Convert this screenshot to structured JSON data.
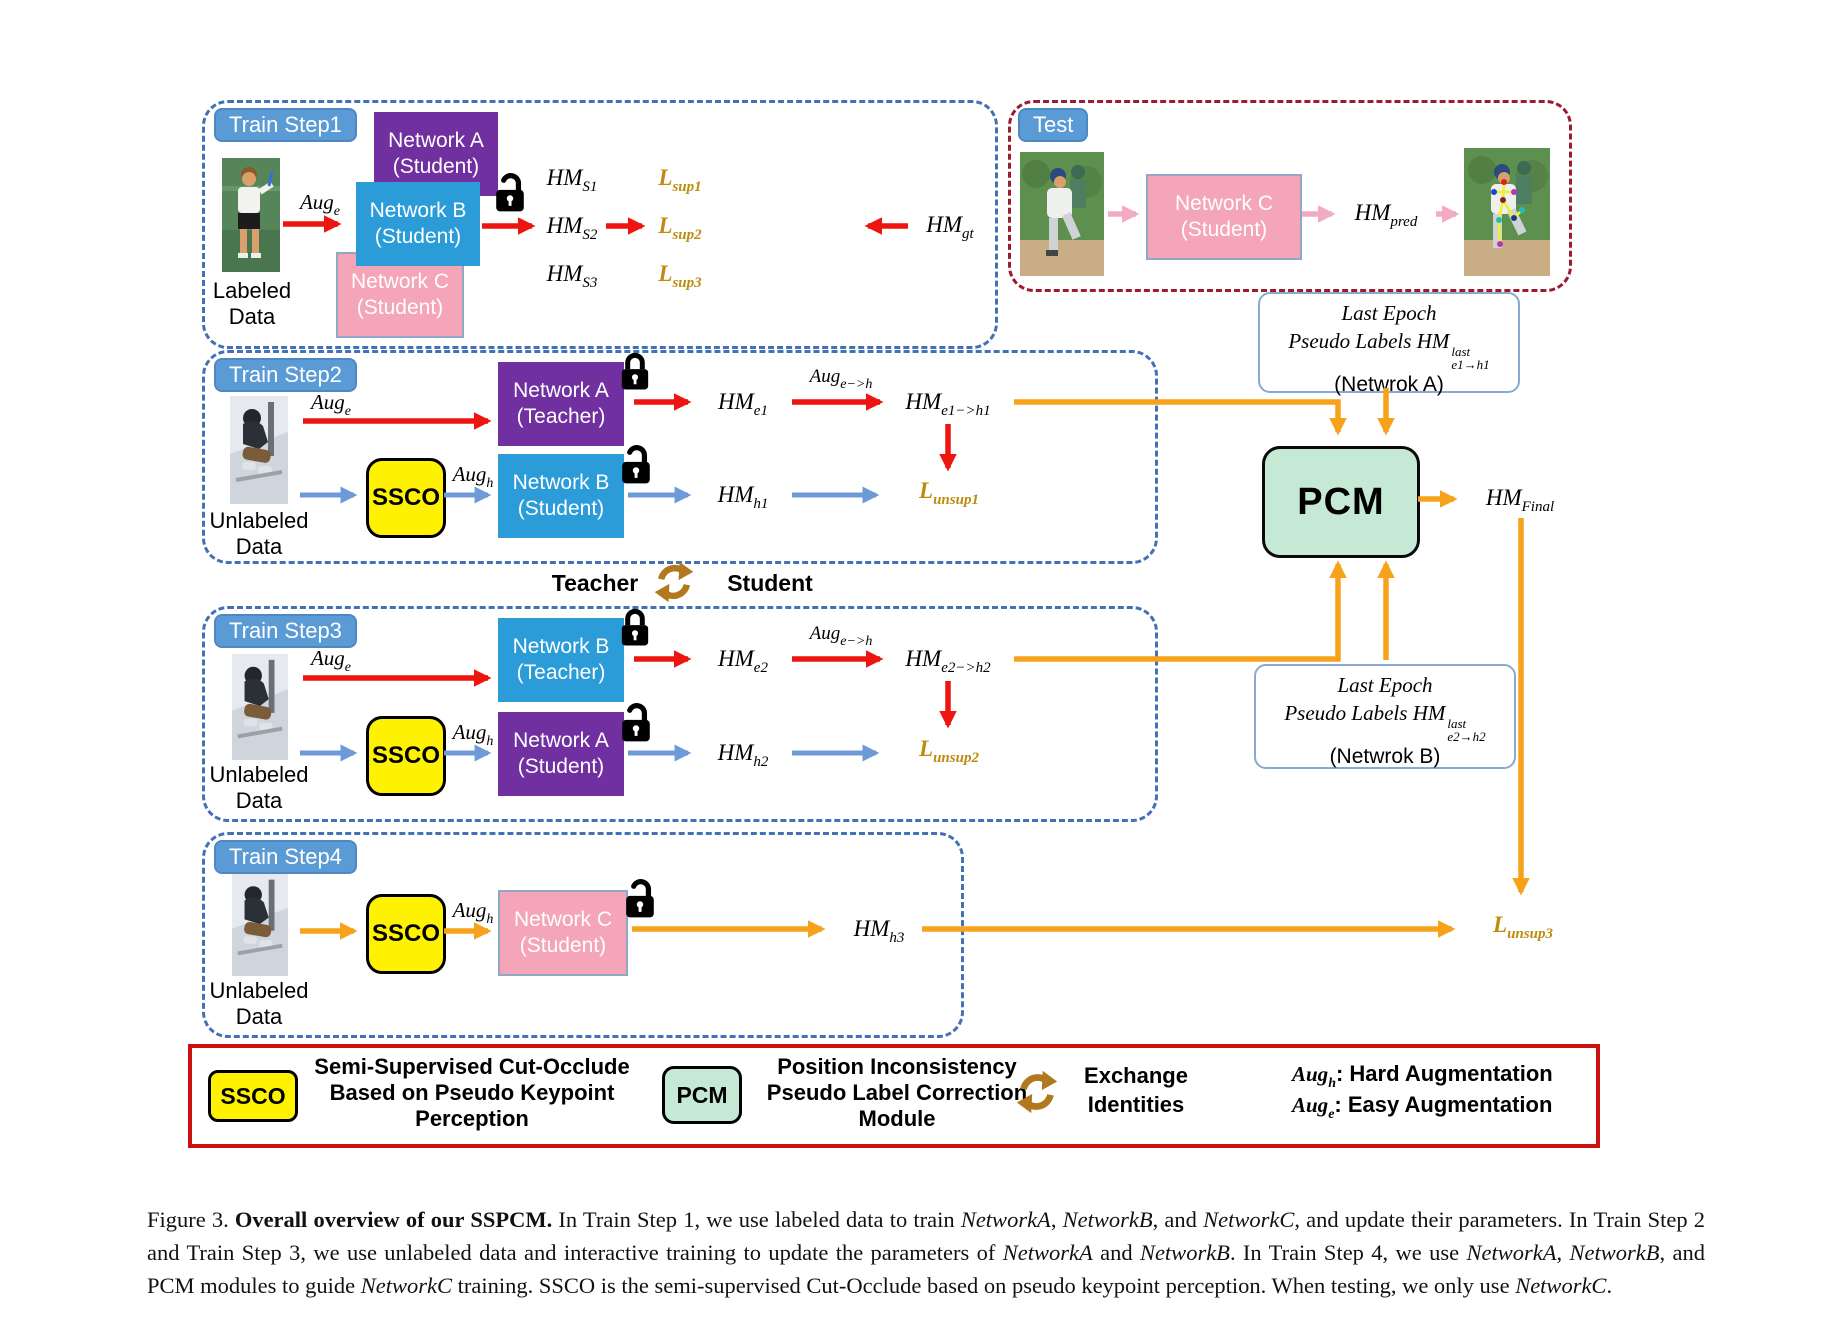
{
  "step1": {
    "badge": "Train Step1",
    "photo_caption": [
      "Labeled",
      "Data"
    ],
    "aug_e": {
      "base": "Aug",
      "sub": "e"
    },
    "net_a": [
      "Network A",
      "(Student)"
    ],
    "net_b": [
      "Network B",
      "(Student)"
    ],
    "net_c": [
      "Network C",
      "(Student)"
    ],
    "hm_s1": {
      "base": "HM",
      "sub": "S1"
    },
    "hm_s2": {
      "base": "HM",
      "sub": "S2"
    },
    "hm_s3": {
      "base": "HM",
      "sub": "S3"
    },
    "l_sup1": {
      "base": "L",
      "sub": "sup1"
    },
    "l_sup2": {
      "base": "L",
      "sub": "sup2"
    },
    "l_sup3": {
      "base": "L",
      "sub": "sup3"
    },
    "hm_gt": {
      "base": "HM",
      "sub": "gt"
    }
  },
  "test": {
    "badge": "Test",
    "net_c": [
      "Network C",
      "(Student)"
    ],
    "hm_pred": {
      "base": "HM",
      "sub": "pred"
    }
  },
  "step2": {
    "badge": "Train Step2",
    "photo_caption": [
      "Unlabeled",
      "Data"
    ],
    "aug_e": {
      "base": "Aug",
      "sub": "e"
    },
    "ssco": "SSCO",
    "aug_h": {
      "base": "Aug",
      "sub": "h"
    },
    "net_teacher": [
      "Network A",
      "(Teacher)"
    ],
    "net_student": [
      "Network B",
      "(Student)"
    ],
    "hm_e1": {
      "base": "HM",
      "sub": "e1"
    },
    "aug_eh": {
      "base": "Aug",
      "sub": "e−>h"
    },
    "hm_e1h1": {
      "base": "HM",
      "sub": "e1−>h1"
    },
    "hm_h1": {
      "base": "HM",
      "sub": "h1"
    },
    "l_unsup1": {
      "base": "L",
      "sub": "unsup1"
    }
  },
  "exchange": {
    "left": "Teacher",
    "right": "Student"
  },
  "step3": {
    "badge": "Train Step3",
    "photo_caption": [
      "Unlabeled",
      "Data"
    ],
    "aug_e": {
      "base": "Aug",
      "sub": "e"
    },
    "ssco": "SSCO",
    "aug_h": {
      "base": "Aug",
      "sub": "h"
    },
    "net_teacher": [
      "Network B",
      "(Teacher)"
    ],
    "net_student": [
      "Network A",
      "(Student)"
    ],
    "hm_e2": {
      "base": "HM",
      "sub": "e2"
    },
    "aug_eh": {
      "base": "Aug",
      "sub": "e−>h"
    },
    "hm_e2h2": {
      "base": "HM",
      "sub": "e2−>h2"
    },
    "hm_h2": {
      "base": "HM",
      "sub": "h2"
    },
    "l_unsup2": {
      "base": "L",
      "sub": "unsup2"
    }
  },
  "step4": {
    "badge": "Train Step4",
    "photo_caption": [
      "Unlabeled",
      "Data"
    ],
    "ssco": "SSCO",
    "aug_h": {
      "base": "Aug",
      "sub": "h"
    },
    "net_c": [
      "Network C",
      "(Student)"
    ],
    "hm_h3": {
      "base": "HM",
      "sub": "h3"
    },
    "l_unsup3": {
      "base": "L",
      "sub": "unsup3"
    }
  },
  "pcm": {
    "label": "PCM",
    "hm_final": {
      "base": "HM",
      "sub": "Final"
    }
  },
  "last_epoch_a": {
    "line1": "Last Epoch",
    "line2": "Pseudo Labels ",
    "hm": {
      "base": "HM",
      "sup": "last",
      "sub": "e1→h1"
    },
    "line3": "(Netwrok A)"
  },
  "last_epoch_b": {
    "line1": "Last Epoch",
    "line2": "Pseudo Labels ",
    "hm": {
      "base": "HM",
      "sup": "last",
      "sub": "e2→h2"
    },
    "line3": "(Netwrok B)"
  },
  "legend": {
    "ssco_chip": "SSCO",
    "ssco_lines": [
      "Semi-Supervised Cut-Occlude",
      "Based on Pseudo Keypoint",
      "Perception"
    ],
    "pcm_chip": "PCM",
    "pcm_lines": [
      "Position Inconsistency",
      "Pseudo Label Correction",
      "Module"
    ],
    "exchange_lines": [
      "Exchange",
      "Identities"
    ],
    "aug_h": {
      "base": "Aug",
      "sub": "h"
    },
    "aug_h_desc": ":  Hard Augmentation",
    "aug_e": {
      "base": "Aug",
      "sub": "e"
    },
    "aug_e_desc": ":  Easy Augmentation"
  },
  "caption": {
    "segments": [
      {
        "t": "Figure 3."
      },
      {
        "t": "Overall overview of our SSPCM."
      },
      {
        "t": " In Train Step 1, we use labeled data to train "
      },
      {
        "t": "NetworkA"
      },
      {
        "t": ", "
      },
      {
        "t": "NetworkB"
      },
      {
        "t": ", and "
      },
      {
        "t": "NetworkC"
      },
      {
        "t": ", and update their parameters. In Train Step 2 and Train Step 3, we use unlabeled data and interactive training to update the parameters of "
      },
      {
        "t": "NetworkA"
      },
      {
        "t": " and "
      },
      {
        "t": "NetworkB"
      },
      {
        "t": ". In Train Step 4, we use "
      },
      {
        "t": "NetworkA"
      },
      {
        "t": ", "
      },
      {
        "t": "NetworkB"
      },
      {
        "t": ", and PCM modules to guide "
      },
      {
        "t": "NetworkC"
      },
      {
        "t": " training. SSCO is the semi-supervised Cut-Occlude based on pseudo keypoint perception. When testing, we only use "
      },
      {
        "t": "NetworkC"
      },
      {
        "t": "."
      }
    ]
  },
  "colors": {
    "red_arrow": "#ee1511",
    "blue_arrow": "#6e9bd8",
    "orange_arrow": "#f7a21b",
    "pink_arrow": "#f2abc0",
    "loss_gold": "#bd8c0f",
    "network_purple": "#7030a0",
    "network_blue": "#2b9cd8",
    "network_pink": "#f4a6b8",
    "ssco_yellow": "#fff200",
    "pcm_mint": "#c6e9d5",
    "badge_blue": "#5b9bd5",
    "dash_blue": "#4272b4",
    "dash_red": "#9b1b30",
    "legend_red": "#cc1111"
  }
}
